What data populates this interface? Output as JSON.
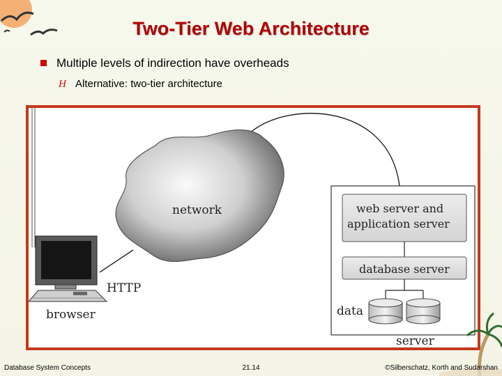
{
  "slide": {
    "title": "Two-Tier Web Architecture",
    "bullets": [
      {
        "text": "Multiple levels of indirection have overheads",
        "level": 1
      },
      {
        "text": "Alternative: two-tier architecture",
        "level": 2
      }
    ]
  },
  "diagram": {
    "network_label": "network",
    "http_label": "HTTP",
    "browser_label": "browser",
    "web_server_line1": "web server and",
    "web_server_line2": "application server",
    "db_server_label": "database server",
    "data_label": "data",
    "server_label": "server"
  },
  "footer": {
    "left": "Database System Concepts",
    "center": "21.14",
    "right": "©Silberschatz, Korth and Sudarshan"
  },
  "colors": {
    "title": "#b00000",
    "bullet": "#cc0000",
    "frame": "#c4391d"
  },
  "icons": [
    "seagull-logo-icon",
    "square-bullet-icon",
    "script-h-bullet-icon",
    "palm-tree-icon"
  ]
}
